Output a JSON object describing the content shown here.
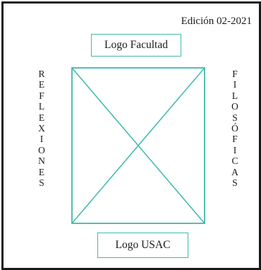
{
  "edition": "Edición 02-2021",
  "logo_facultad": "Logo Facultad",
  "logo_usac": "Logo USAC",
  "vertical_left": [
    "R",
    "E",
    "F",
    "L",
    "E",
    "X",
    "I",
    "O",
    "N",
    "E",
    "S"
  ],
  "vertical_right": [
    "F",
    "I",
    "L",
    "O",
    "S",
    "Ó",
    "F",
    "I",
    "C",
    "A",
    "S"
  ],
  "colors": {
    "accent": "#3fb8ad",
    "border": "#1a1a1a"
  },
  "image_placeholder_icon": "image-placeholder-icon"
}
